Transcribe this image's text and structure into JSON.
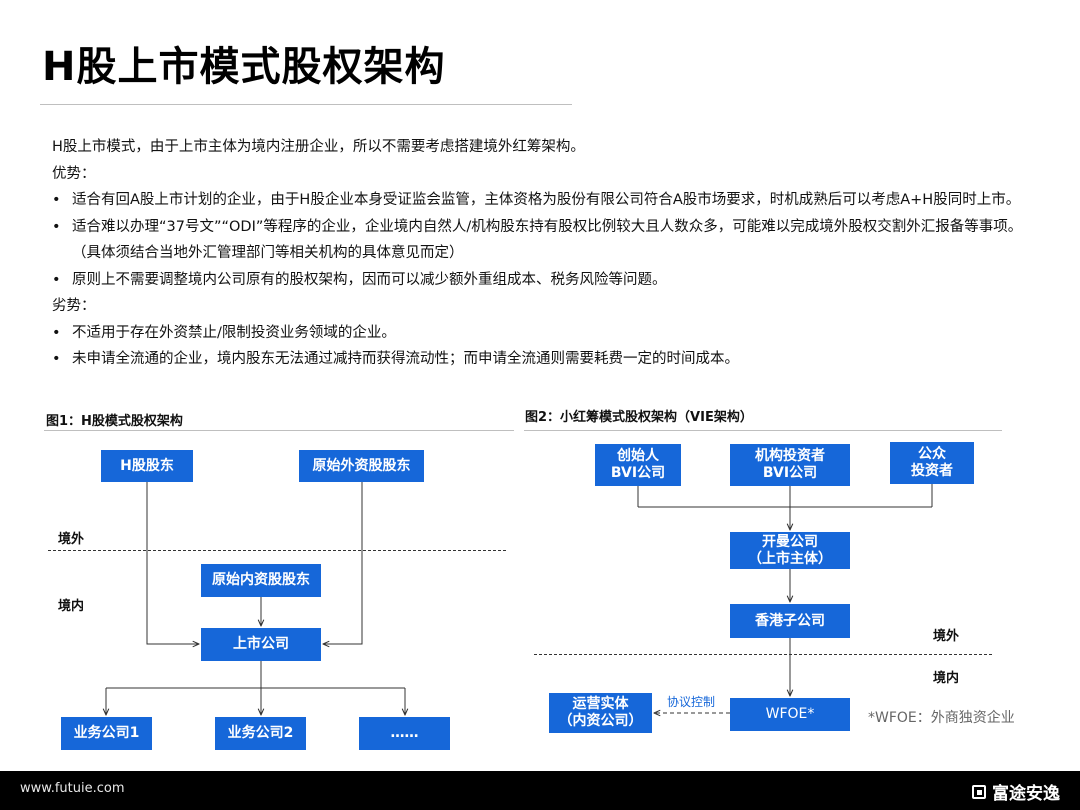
{
  "title": "H股上市模式股权架构",
  "intro": "H股上市模式，由于上市主体为境内注册企业，所以不需要考虑搭建境外红筹架构。",
  "advantages": {
    "heading": "优势：",
    "items": [
      "适合有回A股上市计划的企业，由于H股企业本身受证监会监管，主体资格为股份有限公司符合A股市场要求，时机成熟后可以考虑A+H股同时上市。",
      "适合难以办理“37号文”“ODI”等程序的企业，企业境内自然人/机构股东持有股权比例较大且人数众多，可能难以完成境外股权交割外汇报备等事项。（具体须结合当地外汇管理部门等相关机构的具体意见而定）",
      "原则上不需要调整境内公司原有的股权架构，因而可以减少额外重组成本、税务风险等问题。"
    ]
  },
  "disadvantages": {
    "heading": "劣势：",
    "items": [
      "不适用于存在外资禁止/限制投资业务领域的企业。",
      "未申请全流通的企业，境内股东无法通过减持而获得流动性；而申请全流通则需要耗费一定的时间成本。"
    ]
  },
  "bullet_symbol": "•",
  "fig1": {
    "title": "图1：H股模式股权架构",
    "offshore_label": "境外",
    "onshore_label": "境内",
    "h_shareholders": "H股股东",
    "orig_foreign": "原始外资股股东",
    "orig_domestic": "原始内资股股东",
    "listed_company": "上市公司",
    "biz1": "业务公司1",
    "biz2": "业务公司2",
    "more": "……"
  },
  "fig2": {
    "title": "图2：小红筹模式股权架构（VIE架构）",
    "founder": "创始人\nBVI公司",
    "institution": "机构投资者\nBVI公司",
    "public": "公众\n投资者",
    "cayman": "开曼公司\n（上市主体）",
    "hk_sub": "香港子公司",
    "offshore_label": "境外",
    "onshore_label": "境内",
    "wfoe": "WFOE*",
    "operating": "运营实体\n（内资公司）",
    "agreement": "协议控制",
    "note": "*WFOE：外商独资企业"
  },
  "footer": {
    "url": "www.futuie.com",
    "brand": "富途安逸"
  },
  "colors": {
    "box_blue": "#1667d9",
    "footer_black": "#000000"
  }
}
